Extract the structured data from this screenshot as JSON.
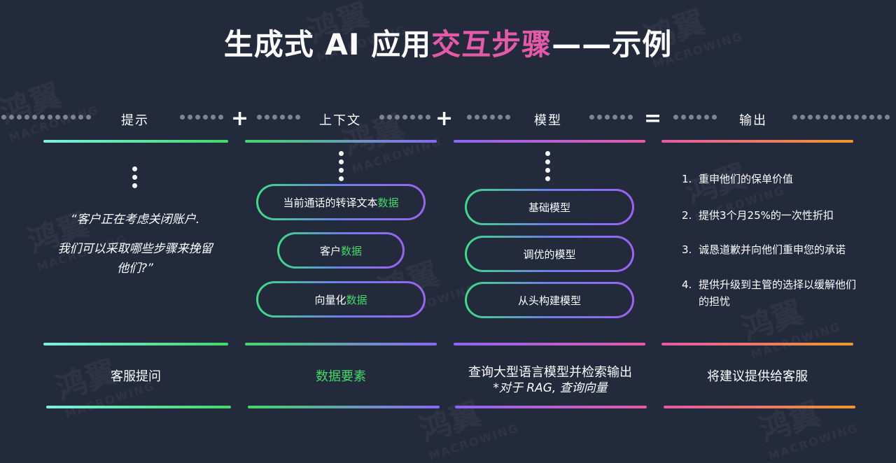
{
  "title": {
    "prefix": "生成式 AI 应用",
    "highlight": "交互步骤",
    "suffix": "——示例",
    "highlight_color": "#e55aa8"
  },
  "watermark": {
    "brand": "鸿翼",
    "sub": "MACROWING"
  },
  "operators": [
    "+",
    "+",
    "="
  ],
  "columns": [
    {
      "header": "提示",
      "bottom_label": "客服提问"
    },
    {
      "header": "上下文",
      "bottom_label": "数据要素"
    },
    {
      "header": "模型",
      "bottom_label": "查询大型语言模型并检索输出",
      "bottom_note": "*对于 RAG, 查询向量"
    },
    {
      "header": "输出",
      "bottom_label": "将建议提供给客服"
    }
  ],
  "prompt_quote": {
    "line1": "“客户正在考虑关闭账户.",
    "line2": "我们可以采取哪些步骤来挽留他们?”"
  },
  "context_items": [
    {
      "text": "当前通话的转译文本",
      "accent": "数据"
    },
    {
      "text": "客户",
      "accent": "数据"
    },
    {
      "text": "向量化",
      "accent": "数据"
    }
  ],
  "model_items": [
    "基础模型",
    "调优的模型",
    "从头构建模型"
  ],
  "output_items": [
    {
      "num": "1.",
      "text": "重申他们的保单价值"
    },
    {
      "num": "2.",
      "text": "提供3个月25%的一次性折扣"
    },
    {
      "num": "3.",
      "text": "诚恳道歉并向他们重申您的承诺"
    },
    {
      "num": "4.",
      "text": "提供升级到主管的选择以缓解他们的担忧"
    }
  ],
  "colors": {
    "background": "#232a3c",
    "accent_green": "#43d96a",
    "accent_pink": "#e55aa8",
    "accent_orange": "#f3962a",
    "accent_purple": "#8a67f5"
  }
}
